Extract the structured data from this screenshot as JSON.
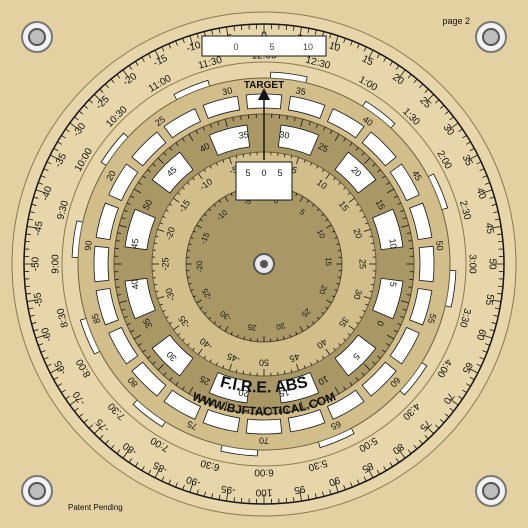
{
  "page_label": "page 2",
  "patent_text": "Patent Pending",
  "brand_title": "F.I.R.E. ABS",
  "brand_url": "WWW.BJFTACTICAL.COM",
  "target_label": "TARGET",
  "colors": {
    "card_background": "#e3d1a2",
    "dial_background": "#d2be8a",
    "inner_dial": "#a99866",
    "outer_ring_band": "#e6d6a9",
    "white_window": "#ffffff",
    "ink": "#151515"
  },
  "top_window_scale": [
    "0",
    "5",
    "10"
  ],
  "outer_ring_labels": [
    "0",
    "5",
    "10",
    "15",
    "20",
    "25",
    "30",
    "35",
    "40",
    "45",
    "50",
    "55",
    "60",
    "65",
    "70",
    "75",
    "80",
    "85",
    "90",
    "95",
    "100",
    "-95",
    "-90",
    "-85",
    "-80",
    "-75",
    "-70",
    "-65",
    "-60",
    "-55",
    "-50",
    "-45",
    "-40",
    "-35",
    "-30",
    "-25",
    "-20",
    "-15",
    "-10",
    "-5"
  ],
  "clock_labels": [
    "12:00",
    "12:30",
    "1:00",
    "1:30",
    "2:00",
    "2:30",
    "3:00",
    "3:30",
    "4:00",
    "4:30",
    "5:00",
    "5:30",
    "6:00",
    "6:30",
    "7:00",
    "7:30",
    "8:00",
    "8:30",
    "9:00",
    "9:30",
    "10:00",
    "10:30",
    "11:00",
    "11:30"
  ],
  "middle_ring_labels": [
    "20",
    "25",
    "30",
    "35",
    "40",
    "45",
    "50",
    "55",
    "60",
    "65",
    "70",
    "75",
    "80",
    "85",
    "90"
  ],
  "mid_ring_labels": [
    "45",
    "40",
    "35",
    "30",
    "25",
    "20",
    "15",
    "10",
    "5",
    "0",
    "5",
    "10",
    "15",
    "20",
    "25",
    "30",
    "35",
    "40",
    "45",
    "50"
  ],
  "inner_window_scale": [
    "5",
    "0",
    "5"
  ],
  "inner_ring_labels": [
    "0",
    "5",
    "10",
    "15",
    "20",
    "25",
    "30",
    "35",
    "40",
    "45",
    "50",
    "-45",
    "-40",
    "-35",
    "-30",
    "-25",
    "-20",
    "-15",
    "-10",
    "-5"
  ],
  "center_ring_labels": [
    "-5",
    "0",
    "5",
    "10",
    "15",
    "20",
    "25",
    "30",
    "35",
    "-30",
    "-25",
    "-20",
    "-15",
    "-10"
  ]
}
